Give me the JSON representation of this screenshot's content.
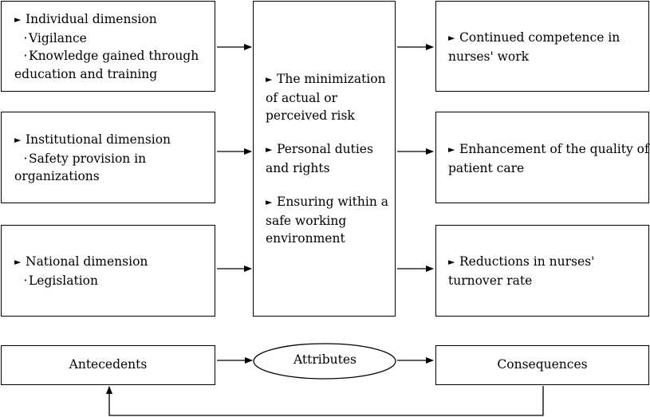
{
  "antecedents": [
    {
      "heading": "Individual dimension",
      "items": [
        "Vigilance",
        "Knowledge gained through",
        "education and training"
      ]
    },
    {
      "heading": "Institutional dimension",
      "items": [
        "Safety provision in",
        "organizations"
      ]
    },
    {
      "heading": "National dimension",
      "items": [
        "Legislation"
      ]
    }
  ],
  "attributes": [
    [
      "The minimization",
      "of actual or",
      "perceived risk"
    ],
    [
      "Personal duties",
      "and rights"
    ],
    [
      "Ensuring within a",
      "safe working",
      "environment"
    ]
  ],
  "consequences": [
    [
      "Continued competence in",
      "nurses' work"
    ],
    [
      "Enhancement of the quality of",
      "patient care"
    ],
    [
      "Reductions in nurses'",
      "turnover rate"
    ]
  ],
  "legend": {
    "antecedents": "Antecedents",
    "attributes": "Attributes",
    "consequences": "Consequences"
  },
  "icons": {
    "bullet": "►",
    "sub_bullet": "·"
  }
}
